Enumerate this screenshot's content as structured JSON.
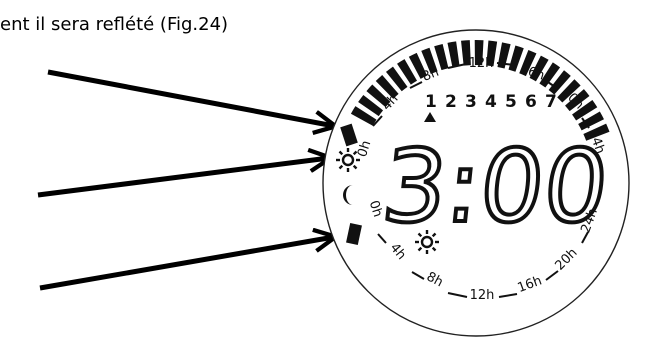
{
  "caption": "ent il sera reflété (Fig.24)",
  "display": {
    "days": [
      "1",
      "2",
      "3",
      "4",
      "5",
      "6",
      "7"
    ],
    "time": "3:00",
    "scale_labels": [
      "0h",
      "4h",
      "8h",
      "12h",
      "16h",
      "20h",
      "24h"
    ]
  },
  "icons": {
    "left_sun": "sun-icon",
    "moon": "moon-icon",
    "lower_sun": "sun-icon",
    "day_marker": "triangle-up-icon"
  }
}
